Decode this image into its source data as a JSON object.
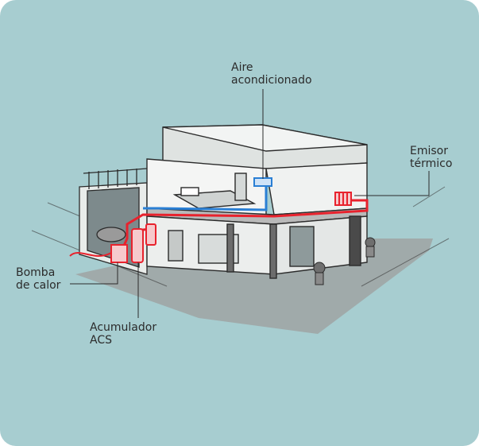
{
  "labels": {
    "air_conditioner": {
      "line1": "Aire",
      "line2": "acondicionado"
    },
    "thermal_emitter": {
      "line1": "Emisor",
      "line2": "térmico"
    },
    "heat_pump": {
      "line1": "Bomba",
      "line2": "de calor"
    },
    "hot_water_tank": {
      "line1": "Acumulador",
      "line2": "ACS"
    }
  },
  "colors": {
    "background": "#a7cdd0",
    "pipe_hot": "#e8222d",
    "pipe_cold": "#2a7fd4",
    "outline": "#2b2b2b",
    "ground": "#9d9d9d",
    "wall": "#e9ecea",
    "floor_slab": "#b9b9b9"
  }
}
